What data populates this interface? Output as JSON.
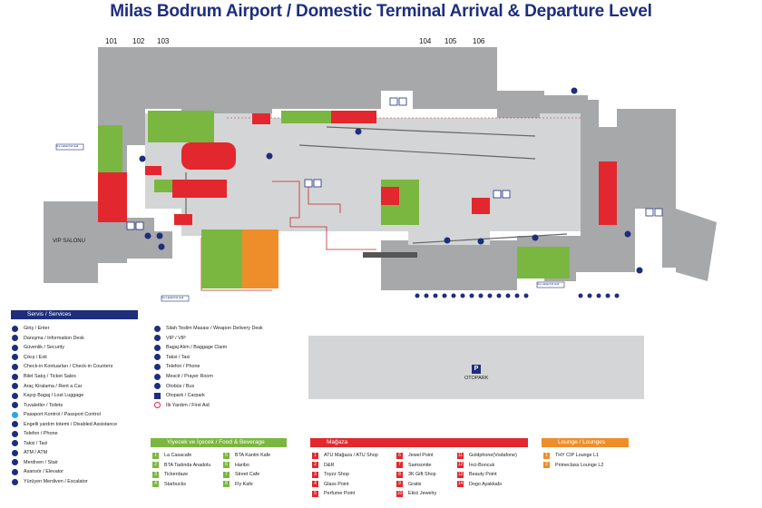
{
  "title": "Milas Bodrum Airport / Domestic Terminal Arrival & Departure Level",
  "gates_left": [
    "101",
    "102",
    "103"
  ],
  "gates_right": [
    "104",
    "105",
    "106"
  ],
  "map_labels": {
    "vip": "VIP SALONU",
    "otopark": "OTOPARK",
    "otopark_symbol": "P",
    "sign": "Dış Hatlar/Intl Hall"
  },
  "colors": {
    "building": "#a7a8aa",
    "floor": "#d4d5d6",
    "green": "#7ab740",
    "orange": "#ee8e2a",
    "red": "#e2282e",
    "navy": "#1e2e7d",
    "route": "#c0272d"
  },
  "services": {
    "header": "Servis / Services",
    "items": [
      "Giriş / Enter",
      "Danışma / Information Desk",
      "Güvenlik / Security",
      "Çıkış / Exit",
      "Check-in Kontuarları / Check-in Counters",
      "Bilet Satış / Ticket Sales",
      "Araç Kiralama / Rent a Car",
      "Kayıp Bagaj / Lost Luggage",
      "Tuvaletler / Toilets",
      "Pasaport Kontrol / Passport Control",
      "Engelli yardım totemi / Disabled Assistance",
      "Telefon / Phone",
      "Taksi / Taxi",
      "ATM / ATM",
      "Merdiven / Stair",
      "Asansör / Elevator",
      "Yürüyen Merdiven / Escalator"
    ],
    "items2": [
      "Silah Teslim Masası / Weapon Delivery Desk",
      "VIP / VIP",
      "Bagaj Alım / Baggage Claim",
      "Taksi / Taxi",
      "Telefon / Phone",
      "Mescit / Prayer Room",
      "Otobüs / Bus",
      "Otopark / Carpark",
      "İlk Yardım / First Aid"
    ]
  },
  "food": {
    "header": "Yiyecek ve İçecek / Food & Beverage",
    "items": [
      {
        "n": "1",
        "name": "La Casacafe"
      },
      {
        "n": "2",
        "name": "BTA Tadında Anadolu"
      },
      {
        "n": "3",
        "name": "Tickerdaze"
      },
      {
        "n": "4",
        "name": "Starbucks"
      },
      {
        "n": "5",
        "name": "BTA Kantin Kafe"
      },
      {
        "n": "6",
        "name": "Haribo"
      },
      {
        "n": "7",
        "name": "Street Cafe"
      },
      {
        "n": "8",
        "name": "Fly Kafe"
      }
    ]
  },
  "shops": {
    "header": "Mağaza",
    "items": [
      {
        "n": "1",
        "name": "ATU Mağaza / ATU Shop"
      },
      {
        "n": "2",
        "name": "D&R"
      },
      {
        "n": "3",
        "name": "Toyzz Shop"
      },
      {
        "n": "4",
        "name": "Glass Point"
      },
      {
        "n": "5",
        "name": "Perfume Point"
      },
      {
        "n": "6",
        "name": "Jewel Point"
      },
      {
        "n": "7",
        "name": "Samsonite"
      },
      {
        "n": "8",
        "name": "3K Gift Shop"
      },
      {
        "n": "9",
        "name": "Gratis"
      },
      {
        "n": "10",
        "name": "Ekici Jewelry"
      },
      {
        "n": "11",
        "name": "Goldphone(Vodafone)"
      },
      {
        "n": "12",
        "name": "İnci-Boncuk"
      },
      {
        "n": "13",
        "name": "Beauty Point"
      },
      {
        "n": "14",
        "name": "Dogo Ayakkabı"
      }
    ]
  },
  "lounge": {
    "header": "Lounge / Lounges",
    "items": [
      {
        "n": "1",
        "name": "THY CIP Lounge L1"
      },
      {
        "n": "2",
        "name": "Primeclass Lounge L2"
      }
    ]
  }
}
